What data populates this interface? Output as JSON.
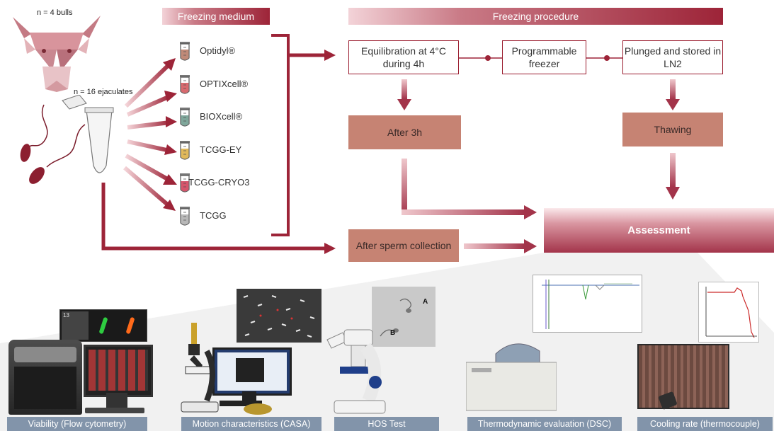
{
  "header": {
    "bulls_label": "n = 4 bulls",
    "ejaculates_label": "n = 16 ejaculates",
    "freezing_medium_title": "Freezing medium",
    "freezing_procedure_title": "Freezing procedure",
    "assessment_title": "Assessment"
  },
  "media": [
    {
      "label": "Optidyl®",
      "color": "#c08a78"
    },
    {
      "label": "OPTIXcell®",
      "color": "#d86a6f"
    },
    {
      "label": "BIOXcell®",
      "color": "#7fa79b"
    },
    {
      "label": "TCGG-EY",
      "color": "#e1b95b"
    },
    {
      "label": "TCGG-CRYO3",
      "color": "#d6556b"
    },
    {
      "label": "TCGG",
      "color": "#b8b8b8"
    }
  ],
  "procedure": {
    "step1": "Equilibration at 4°C during 4h",
    "step2": "Programmable freezer",
    "step3": "Plunged and stored in LN2",
    "after3h": "After 3h",
    "thawing": "Thawing",
    "after_collection": "After sperm collection"
  },
  "insets": {
    "hos_a": "A",
    "hos_b": "B",
    "flow_id": "13"
  },
  "captions": [
    "Viability (Flow cytometry)",
    "Motion characteristics (CASA)",
    "HOS Test",
    "Thermodynamic evaluation (DSC)",
    "Cooling rate (thermocouple)"
  ],
  "colors": {
    "accent": "#9d2438",
    "box_fill": "#c68373",
    "caption_bg": "#8294aa"
  }
}
